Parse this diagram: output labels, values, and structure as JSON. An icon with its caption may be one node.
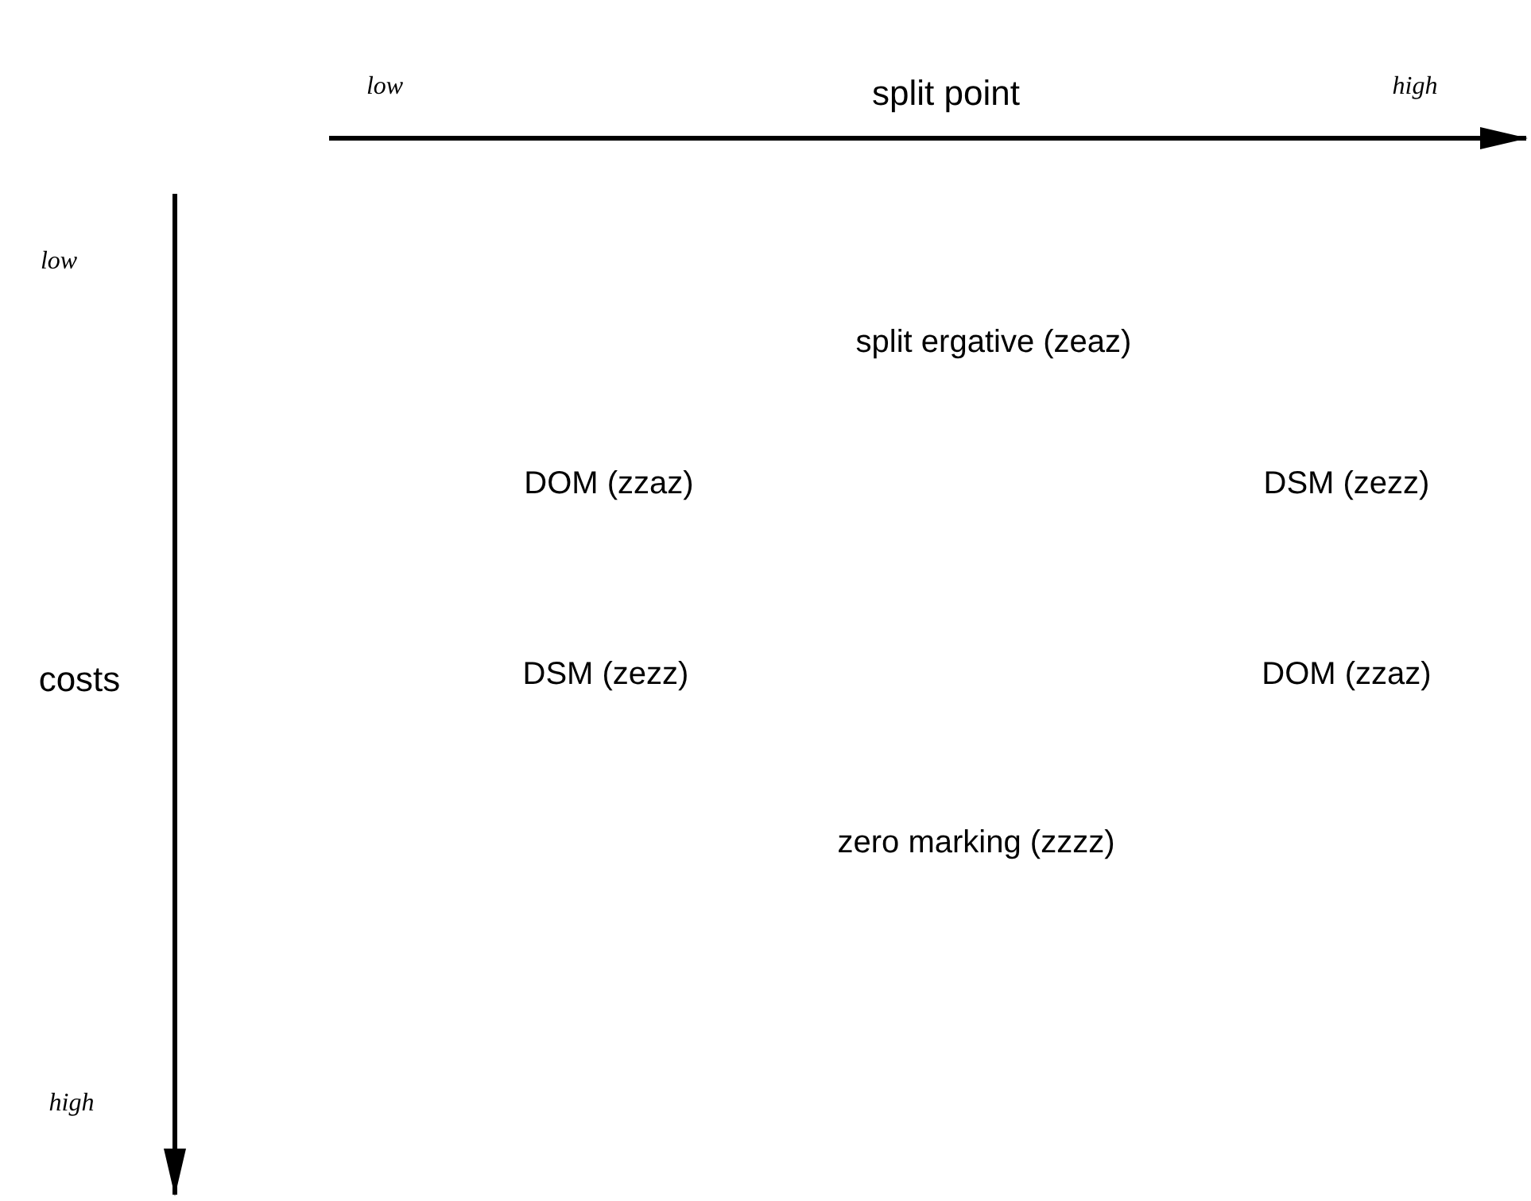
{
  "diagram": {
    "labels": [
      "low",
      "split point",
      "high",
      "low",
      "split ergative (zeaz)",
      "DOM (zzaz)",
      "DSM (zezz)",
      "costs",
      "DSM (zezz)",
      "DOM (zzaz)",
      "zero marking (zzzz)",
      "high"
    ]
  }
}
